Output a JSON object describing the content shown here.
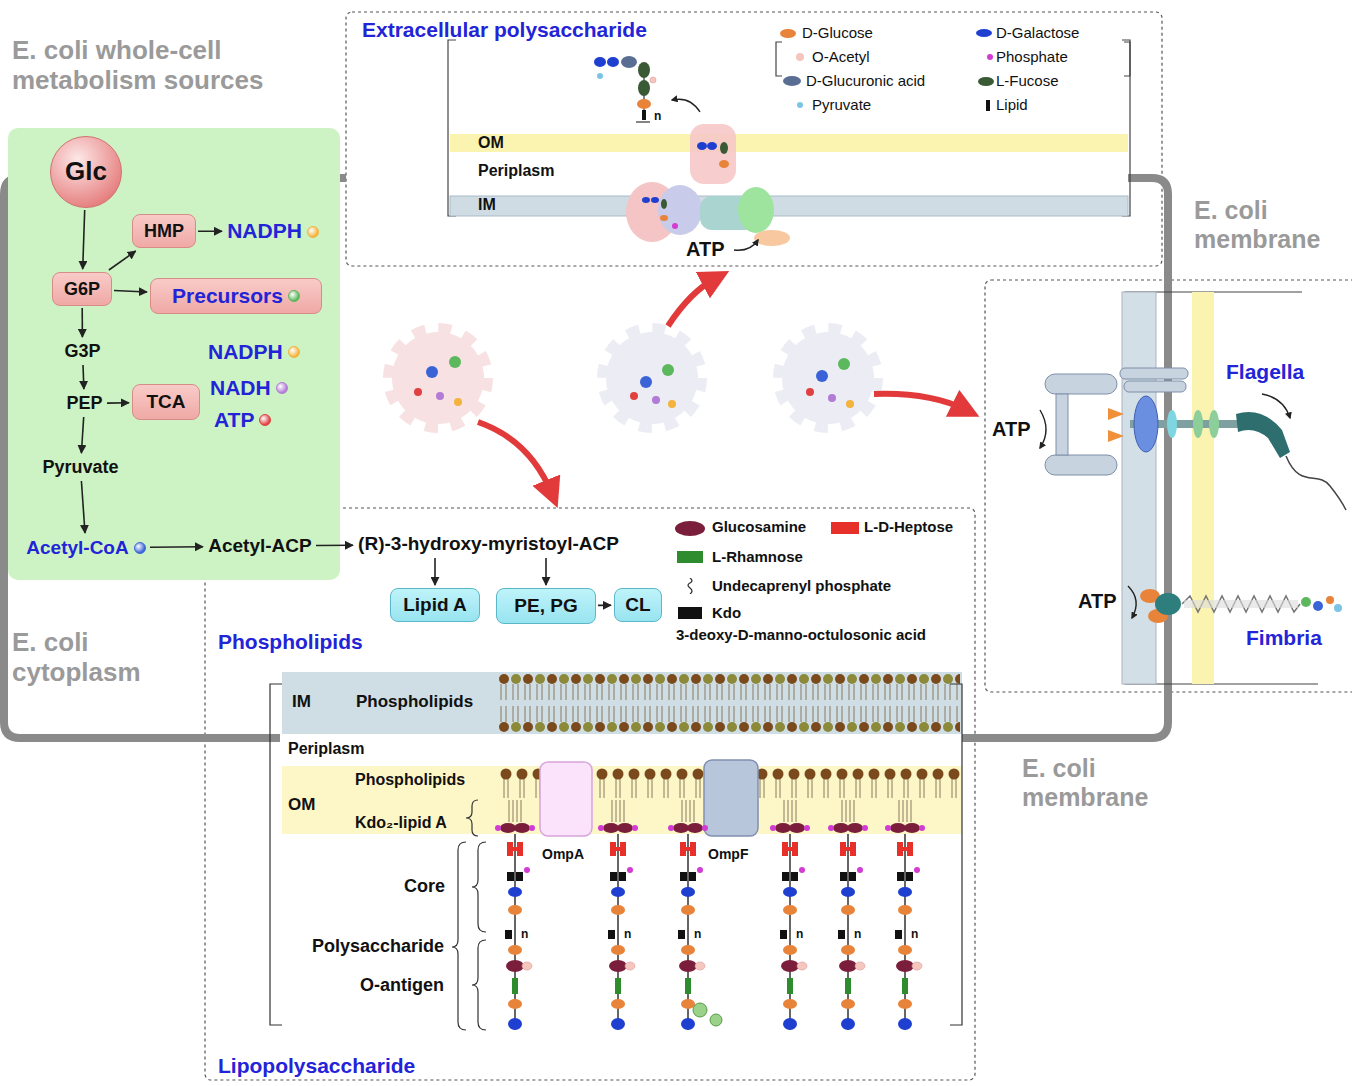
{
  "diagram": {
    "nodes": [
      {
        "text": [
          "E. coli whole-cell metabolism sources"
        ]
      },
      {
        "text": [
          "Glc"
        ],
        "in": 0
      },
      {
        "text": [
          "HMP"
        ],
        "in": 0
      },
      {
        "text": [
          "NADPH"
        ],
        "in": 0
      },
      {
        "text": [
          "G6P"
        ],
        "in": 0
      },
      {
        "text": [
          "Precursors"
        ],
        "in": 0
      },
      {
        "text": [
          "G3P"
        ],
        "in": 0
      },
      {
        "text": [
          "PEP"
        ],
        "in": 0
      },
      {
        "text": [
          "TCA"
        ],
        "in": 0
      },
      {
        "text": [
          "Pyruvate"
        ],
        "in": 0
      },
      {
        "text": [
          "Acetyl-CoA"
        ],
        "in": 0
      },
      {
        "text": [
          "Acetyl-ACP"
        ]
      },
      {
        "text": [
          "(R)-3-hydroxy-myristoyl-ACP"
        ]
      },
      {
        "text": [
          "Lipid A"
        ]
      },
      {
        "text": [
          "PE, PG"
        ]
      },
      {
        "text": [
          "CL"
        ]
      }
    ],
    "edges": [
      {
        "from": 1,
        "to": 4,
        "arrow": "to"
      },
      {
        "from": 4,
        "to": 2,
        "arrow": "to"
      },
      {
        "from": 2,
        "to": 3,
        "arrow": "to"
      },
      {
        "from": 4,
        "to": 5,
        "arrow": "to"
      },
      {
        "from": 4,
        "to": 6,
        "arrow": "to"
      },
      {
        "from": 6,
        "to": 7,
        "arrow": "to"
      },
      {
        "from": 7,
        "to": 8,
        "arrow": "to"
      },
      {
        "from": 7,
        "to": 9,
        "arrow": "to"
      },
      {
        "from": 9,
        "to": 10,
        "arrow": "to"
      },
      {
        "from": 10,
        "to": 11,
        "arrow": "to"
      },
      {
        "from": 11,
        "to": 12,
        "arrow": "to"
      },
      {
        "from": 12,
        "to": 13,
        "arrow": "to"
      },
      {
        "from": 12,
        "to": 14,
        "arrow": "to"
      },
      {
        "from": 14,
        "to": 15,
        "arrow": "to"
      }
    ],
    "labels": [
      "E. coli cytoplasm",
      "E. coli membrane",
      "E. coli membrane",
      "NADPH",
      "NADH",
      "ATP",
      "Extracellular polysaccharide",
      "OM",
      "Periplasm",
      "IM",
      "ATP",
      "n",
      "3-deoxy-D-manno-octulosonic acid",
      "Phospholipids",
      "IM",
      "Phospholipids",
      "Periplasm",
      "OM",
      "Phospholipids",
      "Kdo₂-lipid A",
      "OmpA",
      "OmpF",
      "Core",
      "Polysaccharide",
      "O-antigen",
      "n",
      "n",
      "n",
      "n",
      "n",
      "n",
      "Lipopolysaccharide",
      "Flagella",
      "ATP",
      "ATP",
      "Fimbria"
    ],
    "legend": [
      {
        "text": "D-Glucose",
        "color": "#e8833a"
      },
      {
        "text": "D-Galactose",
        "color": "#1f3fd0"
      },
      {
        "text": "O-Acetyl",
        "color": "#f4c6bd"
      },
      {
        "text": "Phosphate",
        "color": "#d23cd2"
      },
      {
        "text": "D-Glucuronic acid",
        "color": "#5a6e94"
      },
      {
        "text": "L-Fucose",
        "color": "#3a5a36"
      },
      {
        "text": "Pyruvate",
        "color": "#7cc4e6"
      },
      {
        "text": "Lipid"
      },
      {
        "text": "Glucosamine",
        "color": "#7a1e3c"
      },
      {
        "text": "L-D-Heptose",
        "color": "#e8302a"
      },
      {
        "text": "L-Rhamnose",
        "color": "#2e8b2e"
      },
      {
        "text": "Undecaprenyl phosphate"
      },
      {
        "text": "Kdo",
        "color": "#111111"
      }
    ]
  }
}
